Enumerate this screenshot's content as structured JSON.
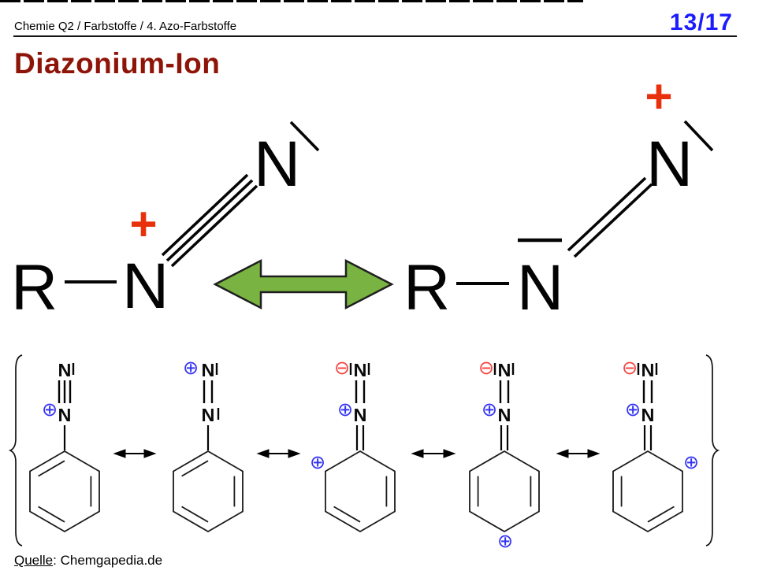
{
  "header": {
    "breadcrumb": "Chemie Q2 / Farbstoffe / 4. Azo-Farbstoffe",
    "page_number": "13/17"
  },
  "title": "Diazonium-Ion",
  "resonance_main": {
    "left": {
      "r": "R",
      "n1": "N",
      "n2": "N",
      "charge": "+"
    },
    "right": {
      "r": "R",
      "n1": "N",
      "n2": "N",
      "charge": "+"
    }
  },
  "series": {
    "structures": [
      {
        "n_top": "N",
        "n_bottom": "N",
        "charge_bottom": "⊕"
      },
      {
        "n_top": "N",
        "n_bottom": "N",
        "charge_top": "⊕"
      },
      {
        "n_top": "N",
        "n_bottom": "N",
        "charge_top": "⊖",
        "charge_mid": "⊕",
        "charge_ring": "⊕"
      },
      {
        "n_top": "N",
        "n_bottom": "N",
        "charge_top": "⊖",
        "charge_mid": "⊕",
        "charge_ring": "⊕"
      },
      {
        "n_top": "N",
        "n_bottom": "N",
        "charge_top": "⊖",
        "charge_mid": "⊕",
        "charge_ring": "⊕"
      }
    ]
  },
  "source": {
    "label": "Quelle",
    "rest": ": Chemgapedia.de"
  },
  "colors": {
    "title": "#8e1408",
    "page_number": "#1c1cff",
    "charge_plus_red": "#e8310c",
    "charge_plus_blue": "#3333f2",
    "charge_minus_red": "#f54545",
    "arrow_fill": "#79b341",
    "arrow_outline": "#1f1f1f"
  }
}
